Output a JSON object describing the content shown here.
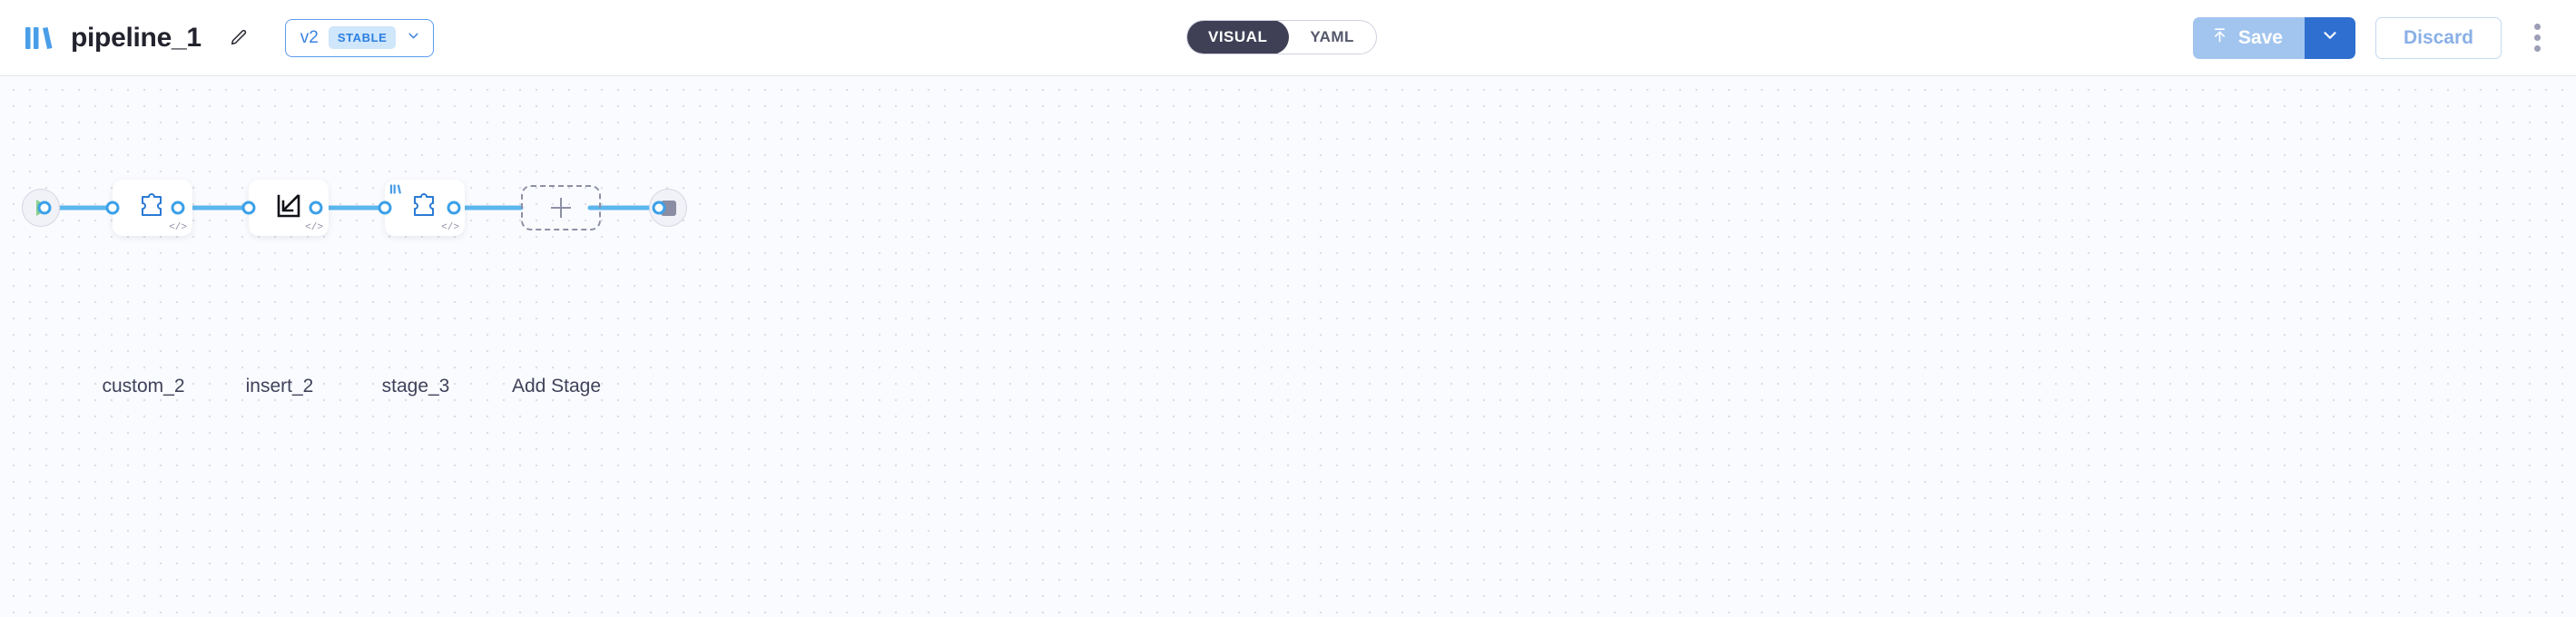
{
  "header": {
    "logo_icon": "library-bars-logo-icon",
    "pipeline_title": "pipeline_1",
    "edit_icon": "pencil-edit-icon",
    "version": {
      "label": "v2",
      "badge": "STABLE",
      "chevron_icon": "chevron-down-icon"
    },
    "view_toggle": {
      "options": [
        {
          "label": "VISUAL",
          "active": true
        },
        {
          "label": "YAML",
          "active": false
        }
      ]
    },
    "actions": {
      "save_label": "Save",
      "save_icon": "upload-arrow-icon",
      "save_caret_icon": "chevron-down-icon",
      "discard_label": "Discard",
      "more_icon": "kebab-menu-icon"
    }
  },
  "canvas": {
    "start_node": {
      "name": "start",
      "icon": "play-icon"
    },
    "end_node": {
      "name": "end",
      "icon": "stop-icon"
    },
    "stages": [
      {
        "label": "custom_2",
        "icon": "puzzle-code-icon",
        "badge": "</>",
        "has_logo_badge": false
      },
      {
        "label": "insert_2",
        "icon": "insert-arrow-icon",
        "badge": "</>",
        "has_logo_badge": false
      },
      {
        "label": "stage_3",
        "icon": "puzzle-code-icon",
        "badge": "</>",
        "has_logo_badge": true
      }
    ],
    "add_stage": {
      "label": "Add Stage",
      "icon": "plus-icon"
    }
  },
  "colors": {
    "accent_blue": "#3ba0e8",
    "brand_blue": "#3b82e0",
    "save_disabled": "#a2c5ef",
    "save_caret": "#2f6fd0",
    "toggle_active": "#3f4055",
    "canvas_bg": "#fafbfe",
    "play_green": "#85d189",
    "stop_grey": "#8b8da4"
  }
}
